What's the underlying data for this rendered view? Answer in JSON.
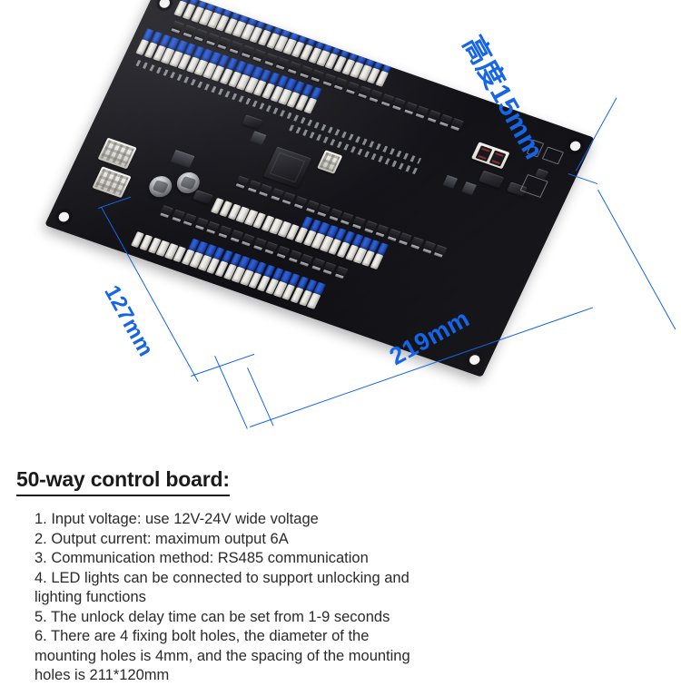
{
  "photo": {
    "subject": "50-way control board PCB",
    "board_color": "#0d0d10",
    "accent_blue": "#1565e8",
    "annotations": {
      "height": "高度15mm",
      "width": "219mm",
      "depth": "127mm"
    },
    "components": {
      "seven_segment_label": "seven-segment-display",
      "mcu_label": "microcontroller-chip",
      "capacitor_label": "electrolytic-capacitor",
      "power_connector_label": "power-connector",
      "mounting_hole_label": "mounting-hole"
    }
  },
  "spec": {
    "title": "50-way control board:",
    "items": [
      "1. Input voltage: use 12V-24V wide voltage",
      "2. Output current: maximum output 6A",
      "3. Communication method: RS485 communication",
      "4. LED lights can be connected to support unlocking and",
      "lighting functions",
      "5. The unlock delay time can be set from 1-9 seconds",
      "6. There are 4 fixing bolt holes, the diameter of the",
      "mounting holes is 4mm, and the spacing of the mounting",
      "holes is 211*120mm"
    ]
  }
}
